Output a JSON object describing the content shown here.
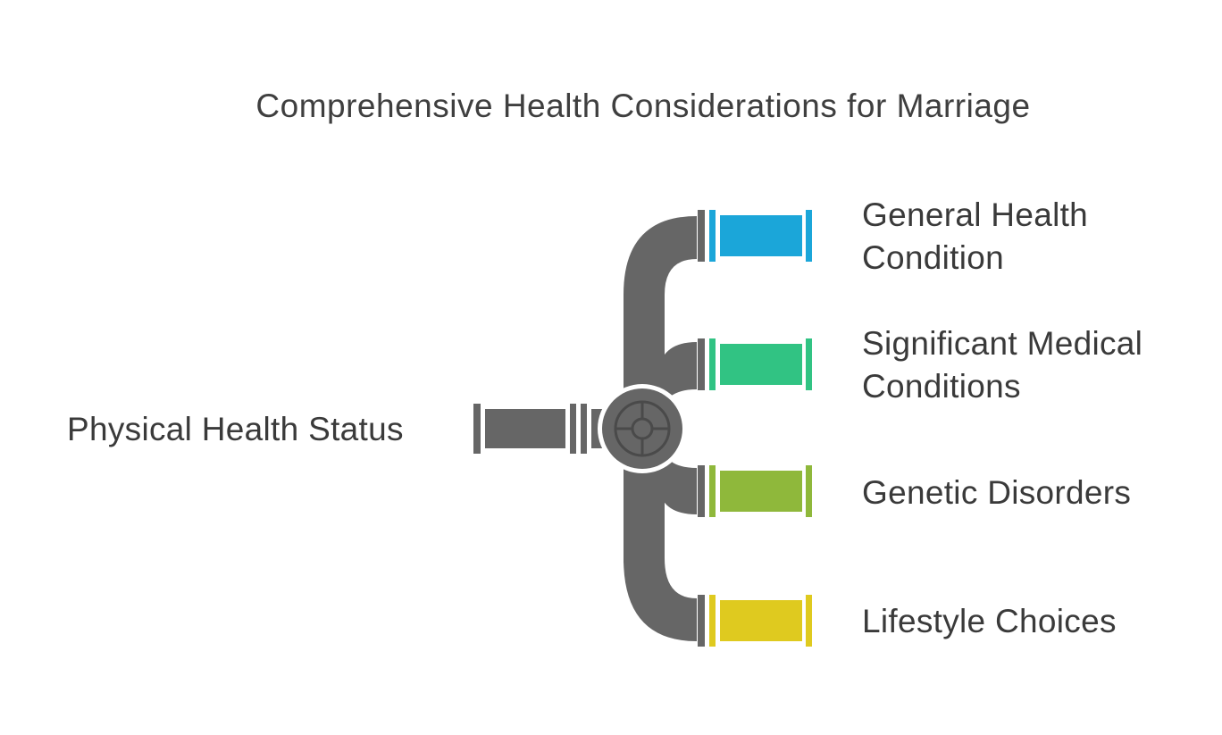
{
  "title": "Comprehensive Health Considerations for Marriage",
  "source": {
    "label": "Physical Health Status"
  },
  "branches": [
    {
      "line1": "General Health",
      "line2": "Condition",
      "color": "#1ba6d9"
    },
    {
      "line1": "Significant Medical",
      "line2": "Conditions",
      "color": "#31c383"
    },
    {
      "line1": "Genetic Disorders",
      "line2": "",
      "color": "#8fb83b"
    },
    {
      "line1": "Lifestyle Choices",
      "line2": "",
      "color": "#dfca1f"
    }
  ],
  "pipe_color": "#666666"
}
